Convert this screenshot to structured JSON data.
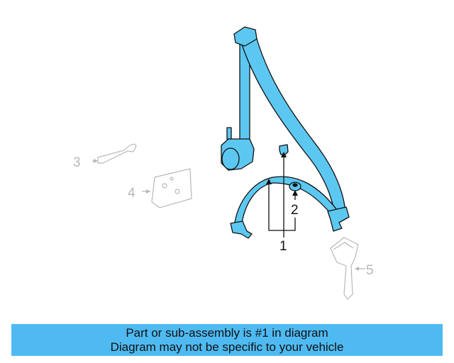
{
  "diagram": {
    "callouts": [
      "1",
      "2",
      "3",
      "4",
      "5"
    ],
    "highlight_color": "#5cc8f2",
    "muted_color": "#b8b8b8"
  },
  "banner": {
    "line1": "Part or sub-assembly is #1 in diagram",
    "line2": "Diagram may not be specific to your vehicle",
    "color": "#4fbaf2"
  }
}
